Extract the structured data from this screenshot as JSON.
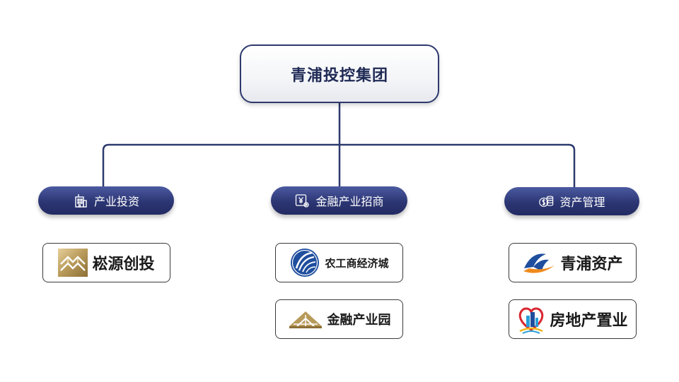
{
  "root": {
    "title": "青浦投控集团"
  },
  "branches": [
    {
      "label": "产业投资",
      "icon": "building-icon"
    },
    {
      "label": "金融产业招商",
      "icon": "finance-settings-icon"
    },
    {
      "label": "资产管理",
      "icon": "coins-icon"
    }
  ],
  "companies": [
    {
      "name": "崧源创投",
      "logo": "gold-pyramid-logo",
      "branch": 0
    },
    {
      "name": "农工商经济城",
      "logo": "blue-globe-logo",
      "branch": 1
    },
    {
      "name": "金融产业园",
      "logo": "gold-roof-logo",
      "branch": 1
    },
    {
      "name": "青浦资产",
      "logo": "blue-orange-swoosh-logo",
      "branch": 2
    },
    {
      "name": "房地产置业",
      "logo": "heart-building-logo",
      "branch": 2
    }
  ],
  "colors": {
    "connector": "#2d3a6e",
    "pill_fill": "#2c3674",
    "root_border": "#2d3a6e",
    "gold": "#b89a5a",
    "logo_blue": "#1f4e9e",
    "logo_red": "#d8262f",
    "logo_orange": "#f08a1c"
  }
}
